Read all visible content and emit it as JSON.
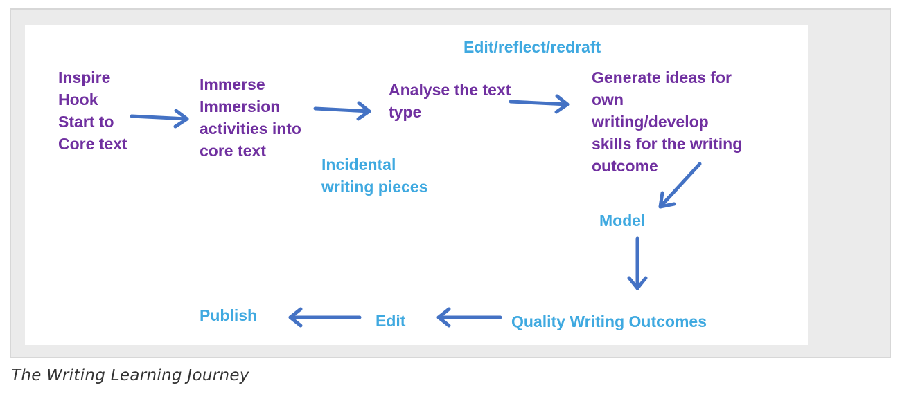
{
  "diagram": {
    "nodes": {
      "inspire": "Inspire\nHook\nStart to\nCore text",
      "immerse": "Immerse\nImmersion\nactivities into\ncore text",
      "analyse": "Analyse the text\ntype",
      "generate": "Generate ideas for\nown\nwriting/develop\nskills for the writing\noutcome",
      "edit_reflect_redraft": "Edit/reflect/redraft",
      "incidental_writing": "Incidental\nwriting pieces",
      "model": "Model",
      "quality_writing_outcomes": "Quality Writing Outcomes",
      "edit": "Edit",
      "publish": "Publish"
    },
    "colors": {
      "stage_text": "#7030a0",
      "activity_text": "#3fa9e0",
      "arrow": "#4472c4"
    }
  },
  "caption": "The Writing Learning Journey"
}
